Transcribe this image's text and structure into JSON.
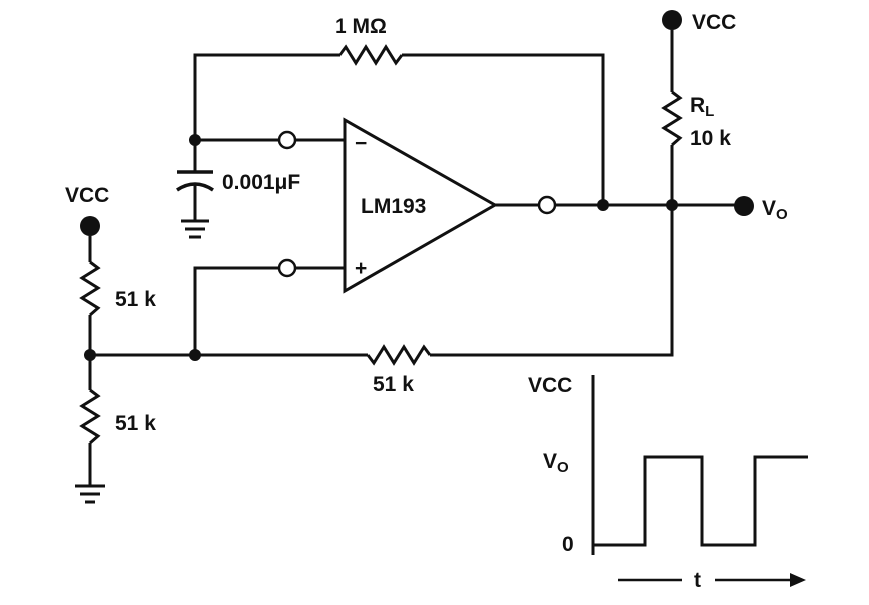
{
  "labels": {
    "feedback_resistor": "1 MΩ",
    "vcc_top": "VCC",
    "rl_main": "R",
    "rl_sub": "L",
    "rl_value": "10 k",
    "capacitor": "0.001μF",
    "opamp": "LM193",
    "minus": "−",
    "plus": "+",
    "vo_main": "V",
    "vo_sub": "O",
    "vcc_left": "VCC",
    "r_upper": "51 k",
    "r_lower": "51 k",
    "r_feedback_pos": "51 k",
    "wave_vcc": "VCC",
    "wave_vo_main": "V",
    "wave_vo_sub": "O",
    "wave_zero": "0",
    "wave_t": "t"
  }
}
